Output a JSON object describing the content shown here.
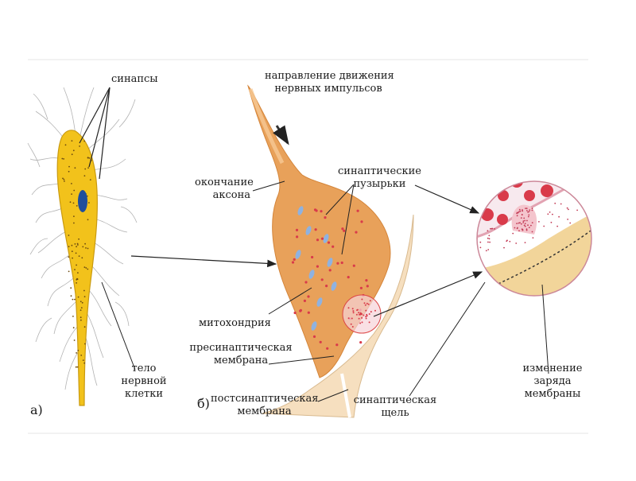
{
  "panels": {
    "a": "а)",
    "b": "б)"
  },
  "labels": {
    "synapses": "синапсы",
    "impulse_direction": "направление движения\nнервных импульсов",
    "axon_ending": "окончание\nаксона",
    "synaptic_vesicles": "синаптические\nпузырьки",
    "mitochondria": "митохондрия",
    "presynaptic_membrane": "пресинаптическая\nмембрана",
    "postsynaptic_membrane": "постсинаптическая\nмембрана",
    "synaptic_cleft": "синаптическая\nщель",
    "cell_body": "тело\nнервной\nклетки",
    "charge_change": "изменение\nзаряда\nмембраны"
  },
  "colors": {
    "neuron_body": "#f2c21b",
    "neuron_outline": "#c99a10",
    "axon": "#e59a4f",
    "axon_light": "#f6c995",
    "vesicle_red": "#d93b4a",
    "mitochondria_blue": "#8fb2e0",
    "inset_bg": "#f7e9ee",
    "postsynaptic_tan": "#f2d59a"
  }
}
